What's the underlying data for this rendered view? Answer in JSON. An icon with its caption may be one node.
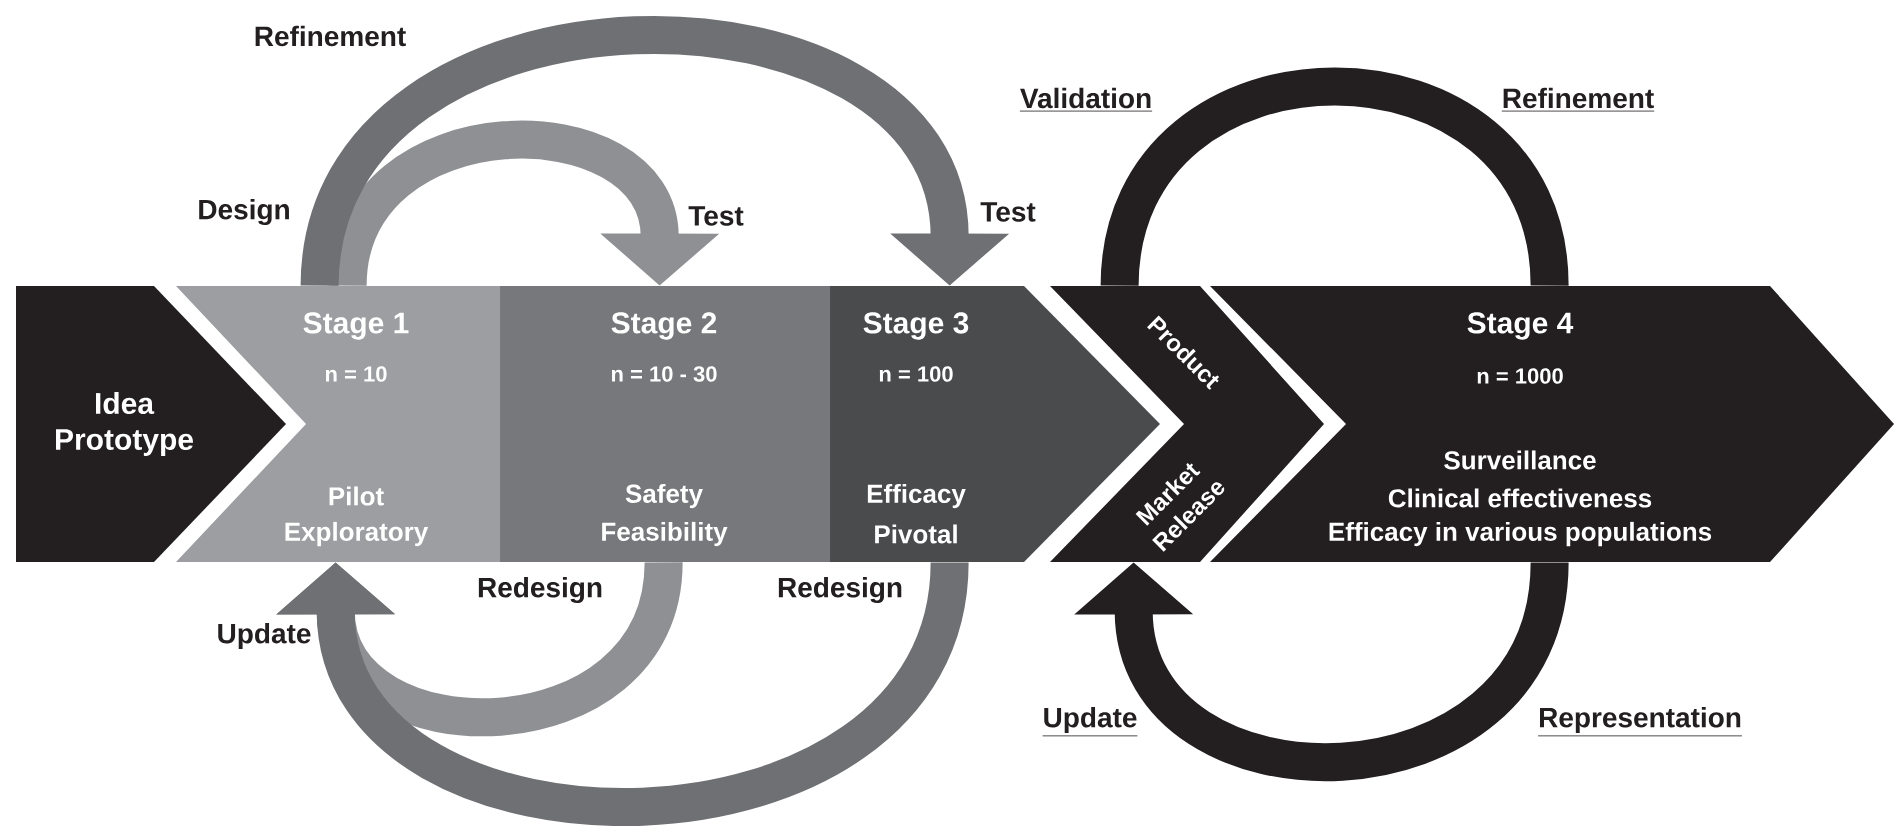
{
  "diagram": {
    "nodes": [
      {
        "text": [
          "Idea Prototype"
        ]
      },
      {
        "text": [
          "Stage 1",
          "n = 10",
          "Pilot",
          "Exploratory"
        ]
      },
      {
        "text": [
          "Stage 2",
          "n = 10 - 30",
          "Safety",
          "Feasibility"
        ]
      },
      {
        "text": [
          "Stage 3",
          "n = 100",
          "Efficacy",
          "Pivotal"
        ]
      },
      {
        "text": [
          "Product",
          "Market Release"
        ]
      },
      {
        "text": [
          "Stage 4",
          "n = 1000",
          "Surveillance",
          "Clinical effectiveness",
          "Efficacy in various populations"
        ]
      }
    ],
    "edges": [
      {
        "from": 1,
        "to": 2,
        "arrow": "to",
        "color": "#8f9093"
      },
      {
        "from": 1,
        "to": 3,
        "arrow": "to",
        "color": "#6f7073"
      },
      {
        "from": 2,
        "to": 1,
        "arrow": "to",
        "color": "#8f9093"
      },
      {
        "from": 3,
        "to": 1,
        "arrow": "to",
        "color": "#6f7073"
      },
      {
        "from": 4,
        "to": 5,
        "arrow": "none",
        "color": "#231f20"
      },
      {
        "from": 5,
        "to": 4,
        "arrow": "to",
        "color": "#231f20"
      }
    ],
    "labels": [
      "Refinement",
      "Validation",
      "Refinement",
      "Design",
      "Test",
      "Test",
      "Redesign",
      "Redesign",
      "Update",
      "Update",
      "Representation"
    ]
  }
}
